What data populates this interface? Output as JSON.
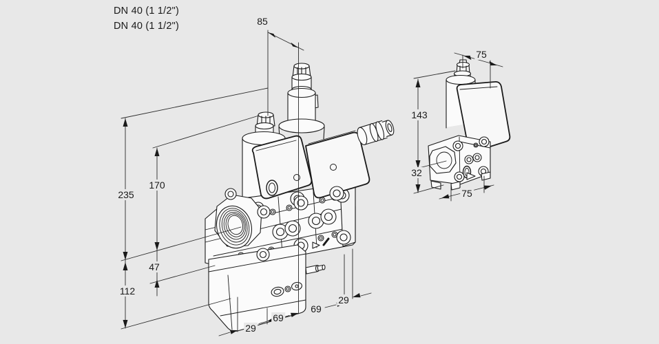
{
  "canvas": {
    "background": "#e8e8e8",
    "line_color": "#1a1a1a"
  },
  "annotations": {
    "size_label_1": "DN 40 (1 1/2\")",
    "size_label_2": "DN 40 (1 1/2\")"
  },
  "main_view": {
    "dim_top_width": "85",
    "dim_total_height": "235",
    "dim_body_height": "170",
    "dim_axis_to_base": "47",
    "dim_base_height": "112",
    "dim_bottom": [
      "29",
      "69",
      "69",
      "29"
    ]
  },
  "side_view": {
    "dim_top_width": "75",
    "dim_upper_height": "143",
    "dim_lower_height": "32",
    "dim_bottom_width": "75"
  }
}
